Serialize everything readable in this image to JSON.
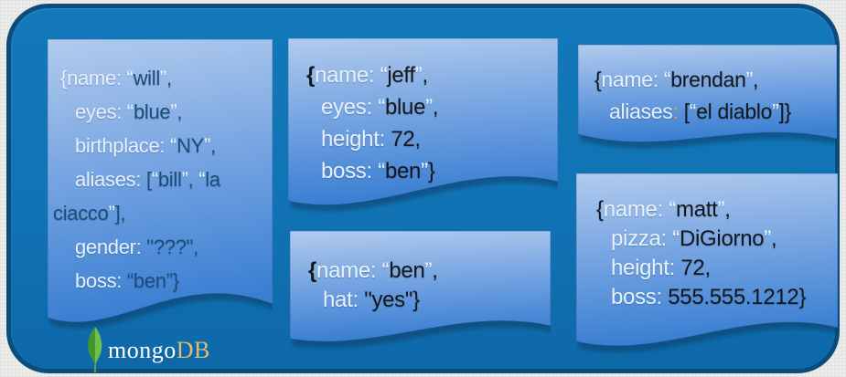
{
  "slide": {
    "background_color": "#1173b4",
    "border_color": "#0b4c7c",
    "page_background": "#ebece9",
    "card_gradient_top": "#b2cbee",
    "card_gradient_bottom": "#3a7fd2",
    "key_color": "#e9f0fb",
    "value_navy_color": "#1c4e79",
    "value_black_color": "#14181d",
    "orange_colon_color": "#e8a23c"
  },
  "cards": {
    "will": {
      "label": "document-will",
      "lines": [
        {
          "indent": "i1",
          "segs": [
            [
              "pale",
              "{"
            ],
            [
              "key",
              "name"
            ],
            [
              "pale",
              ": "
            ],
            [
              "q",
              "“"
            ],
            [
              "valn",
              "will"
            ],
            [
              "q",
              "”"
            ],
            [
              "valn",
              ","
            ]
          ]
        },
        {
          "indent": "i2",
          "segs": [
            [
              "key",
              "eyes"
            ],
            [
              "pale",
              ": "
            ],
            [
              "q",
              "“"
            ],
            [
              "valn",
              "blue"
            ],
            [
              "q",
              "”"
            ],
            [
              "valn",
              ","
            ]
          ]
        },
        {
          "indent": "i2",
          "segs": [
            [
              "key",
              "birthplace"
            ],
            [
              "pale",
              ": "
            ],
            [
              "q",
              "“"
            ],
            [
              "valn",
              "NY"
            ],
            [
              "q",
              "”"
            ],
            [
              "valn",
              ","
            ]
          ]
        },
        {
          "indent": "i2",
          "segs": [
            [
              "key",
              "aliases"
            ],
            [
              "pale",
              ": "
            ],
            [
              "valn",
              "["
            ],
            [
              "q",
              "“"
            ],
            [
              "valn",
              "bill"
            ],
            [
              "q",
              "”"
            ],
            [
              "valn",
              ", "
            ],
            [
              "q",
              "“"
            ],
            [
              "valn",
              "la"
            ]
          ]
        },
        {
          "indent": "i0",
          "segs": [
            [
              "valn",
              "ciacco"
            ],
            [
              "q",
              "”"
            ],
            [
              "valn",
              "],"
            ]
          ]
        },
        {
          "indent": "i2",
          "segs": [
            [
              "key",
              "gender"
            ],
            [
              "pale",
              ": "
            ],
            [
              "valn",
              "\"???\","
            ]
          ]
        },
        {
          "indent": "i2",
          "segs": [
            [
              "key",
              "boss"
            ],
            [
              "pale",
              ": "
            ],
            [
              "valn",
              "“ben”}"
            ]
          ]
        }
      ]
    },
    "jeff": {
      "label": "document-jeff",
      "lines": [
        {
          "indent": "i1",
          "segs": [
            [
              "braceb",
              "{"
            ],
            [
              "key",
              "name"
            ],
            [
              "pale",
              ": "
            ],
            [
              "q",
              "“"
            ],
            [
              "valb",
              "jeff"
            ],
            [
              "q",
              "”"
            ],
            [
              "valb",
              ","
            ]
          ]
        },
        {
          "indent": "i2",
          "segs": [
            [
              "key",
              "eyes"
            ],
            [
              "pale",
              ": "
            ],
            [
              "q",
              "“"
            ],
            [
              "valb",
              "blue"
            ],
            [
              "q",
              "”"
            ],
            [
              "valb",
              ","
            ]
          ]
        },
        {
          "indent": "i2",
          "segs": [
            [
              "key",
              "height"
            ],
            [
              "pale",
              ": "
            ],
            [
              "valb",
              "72,"
            ]
          ]
        },
        {
          "indent": "i2",
          "segs": [
            [
              "key",
              "boss"
            ],
            [
              "pale",
              ": "
            ],
            [
              "q",
              "“"
            ],
            [
              "valb",
              "ben"
            ],
            [
              "q",
              "”"
            ],
            [
              "valb",
              "}"
            ]
          ]
        }
      ]
    },
    "brendan": {
      "label": "document-brendan",
      "lines": [
        {
          "indent": "i1",
          "segs": [
            [
              "valb",
              "{"
            ],
            [
              "key",
              "name"
            ],
            [
              "pale",
              ": "
            ],
            [
              "q",
              "“"
            ],
            [
              "valb",
              "brendan"
            ],
            [
              "q",
              "”"
            ],
            [
              "valb",
              ","
            ]
          ]
        },
        {
          "indent": "i2",
          "segs": [
            [
              "key",
              "aliases"
            ],
            [
              "or",
              ": "
            ],
            [
              "valb",
              "["
            ],
            [
              "q",
              "“"
            ],
            [
              "valb",
              "el diablo"
            ],
            [
              "q",
              "”"
            ],
            [
              "valb",
              "]}"
            ]
          ]
        }
      ]
    },
    "ben": {
      "label": "document-ben",
      "lines": [
        {
          "indent": "i1",
          "segs": [
            [
              "braceb",
              "{"
            ],
            [
              "key",
              "name"
            ],
            [
              "pale",
              ": "
            ],
            [
              "q",
              "“"
            ],
            [
              "valb",
              "ben"
            ],
            [
              "q",
              "”"
            ],
            [
              "valb",
              ","
            ]
          ]
        },
        {
          "indent": "i2",
          "segs": [
            [
              "key",
              "hat"
            ],
            [
              "pale",
              ": "
            ],
            [
              "valb",
              "\"yes\"}"
            ]
          ]
        }
      ]
    },
    "matt": {
      "label": "document-matt",
      "lines": [
        {
          "indent": "i1",
          "segs": [
            [
              "valb",
              "{"
            ],
            [
              "key",
              "name"
            ],
            [
              "pale",
              ": "
            ],
            [
              "q",
              "“"
            ],
            [
              "valb",
              "matt"
            ],
            [
              "q",
              "”"
            ],
            [
              "valb",
              ","
            ]
          ]
        },
        {
          "indent": "i2",
          "segs": [
            [
              "key",
              "pizza"
            ],
            [
              "pale",
              ": "
            ],
            [
              "q",
              "“"
            ],
            [
              "valb",
              "DiGiorno"
            ],
            [
              "q",
              "”"
            ],
            [
              "valb",
              ","
            ]
          ]
        },
        {
          "indent": "i2",
          "segs": [
            [
              "key",
              "height"
            ],
            [
              "pale",
              ": "
            ],
            [
              "valb",
              "72,"
            ]
          ]
        },
        {
          "indent": "i2",
          "segs": [
            [
              "key",
              "boss"
            ],
            [
              "pale",
              ": "
            ],
            [
              "valb",
              "555.555.1212}"
            ]
          ]
        }
      ]
    }
  },
  "logo": {
    "brand_mongo": "mongo",
    "brand_db": "DB",
    "leaf_dark_green": "#449432",
    "leaf_light_green": "#6fbf4c",
    "mongo_color": "#ffffff",
    "db_color": "#d9bd7b"
  }
}
